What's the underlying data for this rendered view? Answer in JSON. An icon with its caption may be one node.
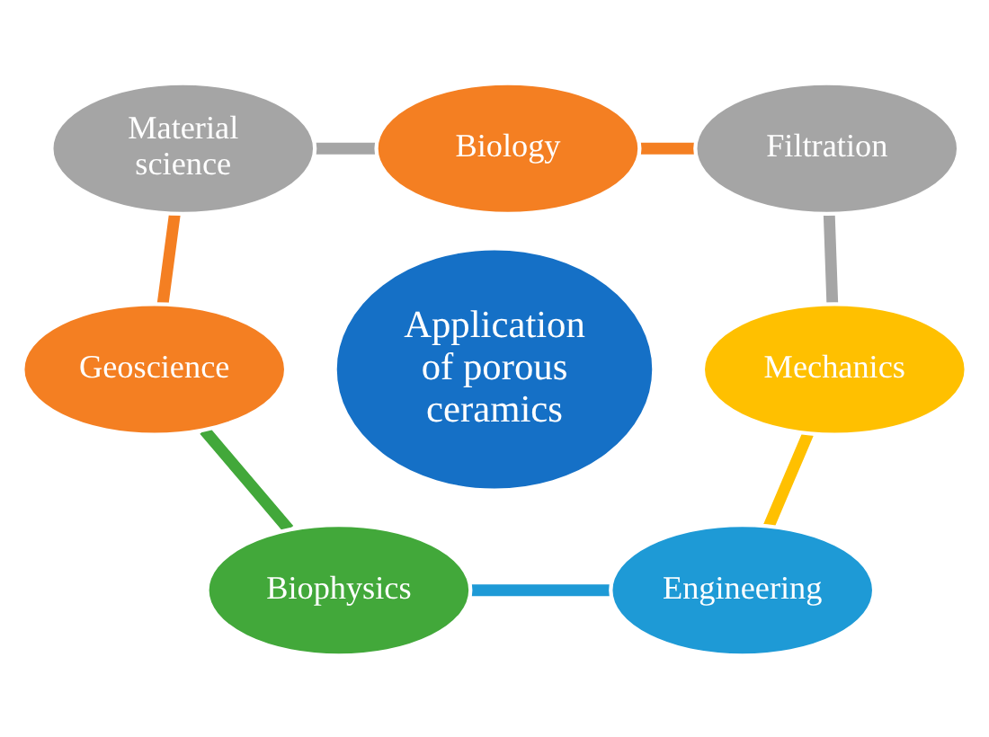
{
  "diagram": {
    "nodes": [
      {
        "text": [
          "Biology"
        ]
      },
      {
        "text": [
          "Material science"
        ]
      },
      {
        "text": [
          "Filtration"
        ]
      },
      {
        "text": [
          "Application of porous ceramics"
        ]
      },
      {
        "text": [
          "Geoscience"
        ]
      },
      {
        "text": [
          "Mechanics"
        ]
      },
      {
        "text": [
          "Biophysics"
        ]
      },
      {
        "text": [
          "Engineering"
        ]
      }
    ],
    "edges": [
      {
        "from": 0,
        "to": 2,
        "arrow": "none",
        "color": "#f47f22"
      },
      {
        "from": 2,
        "to": 5,
        "arrow": "none",
        "color": "#a5a5a5"
      },
      {
        "from": 5,
        "to": 7,
        "arrow": "none",
        "color": "#ffc000"
      },
      {
        "from": 7,
        "to": 6,
        "arrow": "none",
        "color": "#1e9ad6"
      },
      {
        "from": 6,
        "to": 4,
        "arrow": "none",
        "color": "#42a83a"
      },
      {
        "from": 4,
        "to": 1,
        "arrow": "none",
        "color": "#f47f22"
      },
      {
        "from": 1,
        "to": 0,
        "arrow": "none",
        "color": "#a5a5a5"
      }
    ]
  }
}
